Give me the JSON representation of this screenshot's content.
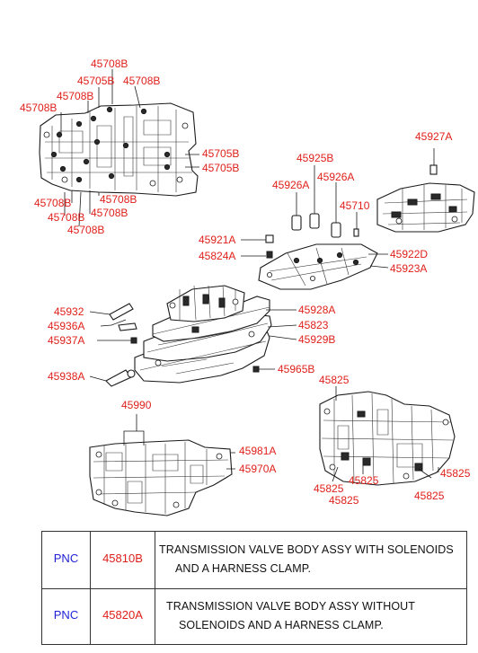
{
  "callouts": {
    "c_45708B_top": "45708B",
    "c_45705B_a": "45705B",
    "c_45708B_b": "45708B",
    "c_45708B_c": "45708B",
    "c_45708B_d": "45708B",
    "c_45705B_r1": "45705B",
    "c_45705B_r2": "45705B",
    "c_45708B_l1": "45708B",
    "c_45708B_l2": "45708B",
    "c_45708B_l3": "45708B",
    "c_45708B_l4": "45708B",
    "c_45708B_l5": "45708B",
    "c_45927A": "45927A",
    "c_45925B": "45925B",
    "c_45926A_1": "45926A",
    "c_45926A_2": "45926A",
    "c_45710": "45710",
    "c_45921A": "45921A",
    "c_45824A": "45824A",
    "c_45922D": "45922D",
    "c_45923A": "45923A",
    "c_45932": "45932",
    "c_45936A": "45936A",
    "c_45937A": "45937A",
    "c_45928A": "45928A",
    "c_45823": "45823",
    "c_45929B": "45929B",
    "c_45938A": "45938A",
    "c_45965B": "45965B",
    "c_45825_top": "45825",
    "c_45990": "45990",
    "c_45981A": "45981A",
    "c_45970A": "45970A",
    "c_45825_r": "45825",
    "c_45825_m": "45825",
    "c_45825_l": "45825",
    "c_45825_b1": "45825",
    "c_45825_b2": "45825"
  },
  "legend": {
    "rows": [
      {
        "pnc": "PNC",
        "code": "45810B",
        "line1": "TRANSMISSION VALVE BODY ASSY WITH SOLENOIDS",
        "line2": "AND A HARNESS CLAMP."
      },
      {
        "pnc": "PNC",
        "code": "45820A",
        "line1": "TRANSMISSION VALVE BODY ASSY WITHOUT",
        "line2": "SOLENOIDS AND A HARNESS CLAMP."
      }
    ]
  }
}
